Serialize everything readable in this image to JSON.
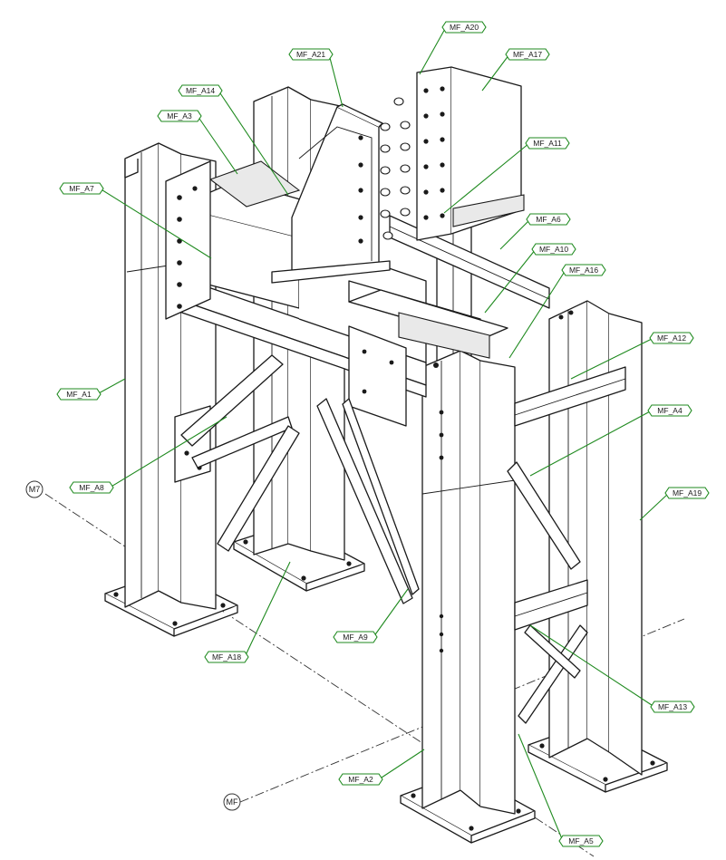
{
  "colors": {
    "leader": "#1f8a1f",
    "tag_border": "#1f8a1f",
    "line": "#1a1a1a",
    "background": "#ffffff"
  },
  "grid_bubbles": [
    {
      "id": "m7",
      "label": "M7"
    },
    {
      "id": "mf",
      "label": "MF"
    }
  ],
  "tags": [
    {
      "id": "a20",
      "label": "MF_A20"
    },
    {
      "id": "a21",
      "label": "MF_A21"
    },
    {
      "id": "a17",
      "label": "MF_A17"
    },
    {
      "id": "a14",
      "label": "MF_A14"
    },
    {
      "id": "a3",
      "label": "MF_A3"
    },
    {
      "id": "a11",
      "label": "MF_A11"
    },
    {
      "id": "a7",
      "label": "MF_A7"
    },
    {
      "id": "a6",
      "label": "MF_A6"
    },
    {
      "id": "a10",
      "label": "MF_A10"
    },
    {
      "id": "a16",
      "label": "MF_A16"
    },
    {
      "id": "a12",
      "label": "MF_A12"
    },
    {
      "id": "a1",
      "label": "MF_A1"
    },
    {
      "id": "a4",
      "label": "MF_A4"
    },
    {
      "id": "a8",
      "label": "MF_A8"
    },
    {
      "id": "a19",
      "label": "MF_A19"
    },
    {
      "id": "a9",
      "label": "MF_A9"
    },
    {
      "id": "a18",
      "label": "MF_A18"
    },
    {
      "id": "a13",
      "label": "MF_A13"
    },
    {
      "id": "a2",
      "label": "MF_A2"
    },
    {
      "id": "a5",
      "label": "MF_A5"
    }
  ]
}
